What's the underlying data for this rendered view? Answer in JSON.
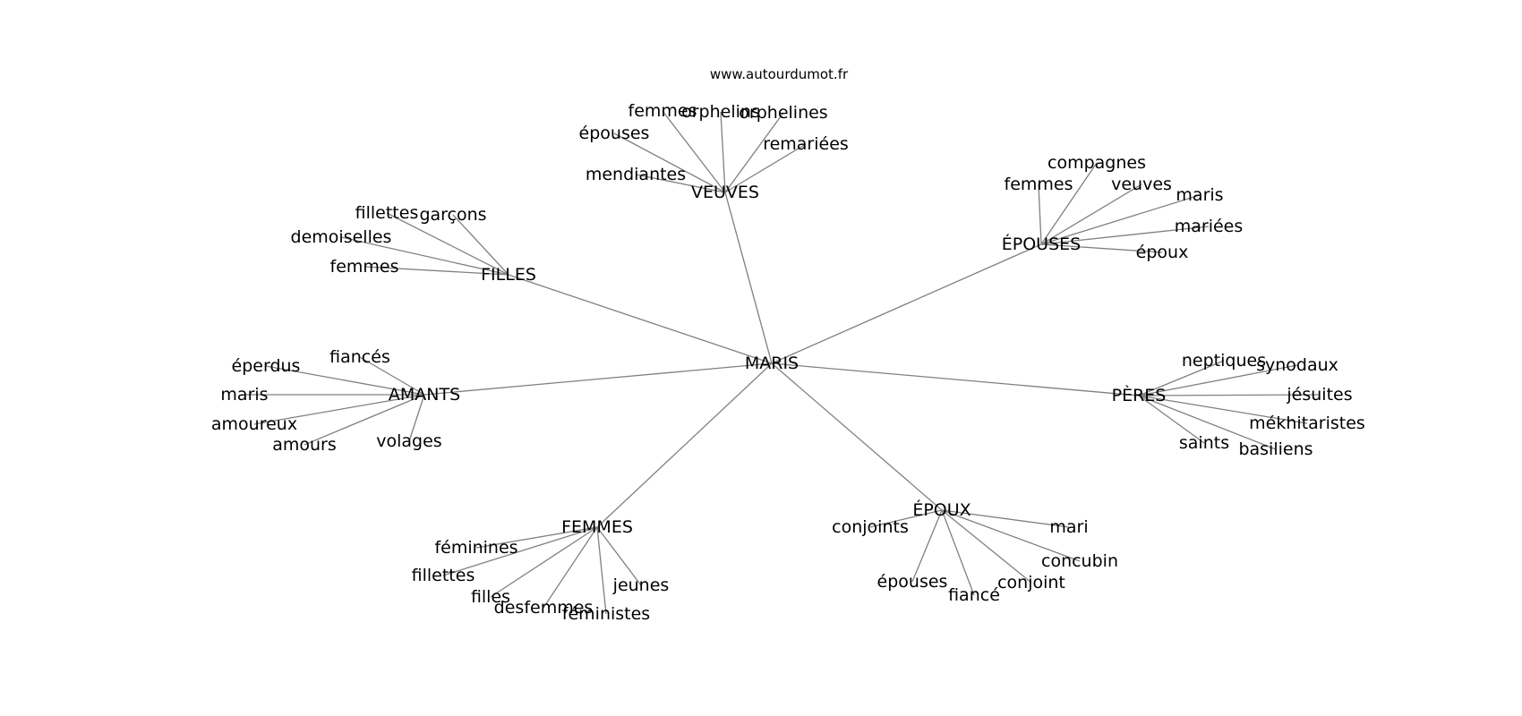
{
  "source": "www.autourdumot.fr",
  "center": {
    "id": "maris",
    "label": "MARIS"
  },
  "branches": [
    {
      "id": "veuves",
      "label": "VEUVES",
      "children": [
        {
          "id": "veuves-femmes",
          "label": "femmes"
        },
        {
          "id": "veuves-orphelins",
          "label": "orphelins"
        },
        {
          "id": "veuves-orphelines",
          "label": "orphelines"
        },
        {
          "id": "veuves-epouses",
          "label": "épouses"
        },
        {
          "id": "veuves-remariees",
          "label": "remariées"
        },
        {
          "id": "veuves-mendiantes",
          "label": "mendiantes"
        }
      ]
    },
    {
      "id": "epouses",
      "label": "ÉPOUSES",
      "children": [
        {
          "id": "epouses-compagnes",
          "label": "compagnes"
        },
        {
          "id": "epouses-femmes",
          "label": "femmes"
        },
        {
          "id": "epouses-veuves",
          "label": "veuves"
        },
        {
          "id": "epouses-maris",
          "label": "maris"
        },
        {
          "id": "epouses-mariees",
          "label": "mariées"
        },
        {
          "id": "epouses-epoux",
          "label": "époux"
        }
      ]
    },
    {
      "id": "filles",
      "label": "FILLES",
      "children": [
        {
          "id": "filles-fillettes",
          "label": "fillettes"
        },
        {
          "id": "filles-garcons",
          "label": "garçons"
        },
        {
          "id": "filles-demoiselles",
          "label": "demoiselles"
        },
        {
          "id": "filles-femmes",
          "label": "femmes"
        }
      ]
    },
    {
      "id": "amants",
      "label": "AMANTS",
      "children": [
        {
          "id": "amants-fiances",
          "label": "fiancés"
        },
        {
          "id": "amants-eperdus",
          "label": "éperdus"
        },
        {
          "id": "amants-maris",
          "label": "maris"
        },
        {
          "id": "amants-amoureux",
          "label": "amoureux"
        },
        {
          "id": "amants-amours",
          "label": "amours"
        },
        {
          "id": "amants-volages",
          "label": "volages"
        }
      ]
    },
    {
      "id": "peres",
      "label": "PÈRES",
      "children": [
        {
          "id": "peres-neptiques",
          "label": "neptiques"
        },
        {
          "id": "peres-synodaux",
          "label": "synodaux"
        },
        {
          "id": "peres-jesuites",
          "label": "jésuites"
        },
        {
          "id": "peres-mekhitaristes",
          "label": "mékhitaristes"
        },
        {
          "id": "peres-saints",
          "label": "saints"
        },
        {
          "id": "peres-basiliens",
          "label": "basiliens"
        }
      ]
    },
    {
      "id": "femmes",
      "label": "FEMMES",
      "children": [
        {
          "id": "femmes-feminines",
          "label": "féminines"
        },
        {
          "id": "femmes-fillettes",
          "label": "fillettes"
        },
        {
          "id": "femmes-filles",
          "label": "filles"
        },
        {
          "id": "femmes-desfemmes",
          "label": "desfemmes"
        },
        {
          "id": "femmes-feministes",
          "label": "féministes"
        },
        {
          "id": "femmes-jeunes",
          "label": "jeunes"
        }
      ]
    },
    {
      "id": "epoux",
      "label": "ÉPOUX",
      "children": [
        {
          "id": "epoux-conjoints",
          "label": "conjoints"
        },
        {
          "id": "epoux-mari",
          "label": "mari"
        },
        {
          "id": "epoux-concubin",
          "label": "concubin"
        },
        {
          "id": "epoux-conjoint",
          "label": "conjoint"
        },
        {
          "id": "epoux-fiance",
          "label": "fiancé"
        },
        {
          "id": "epoux-epouses",
          "label": "épouses"
        }
      ]
    }
  ],
  "style": {
    "edge_color": "#808080",
    "text_color": "#000000",
    "background": "#ffffff"
  }
}
